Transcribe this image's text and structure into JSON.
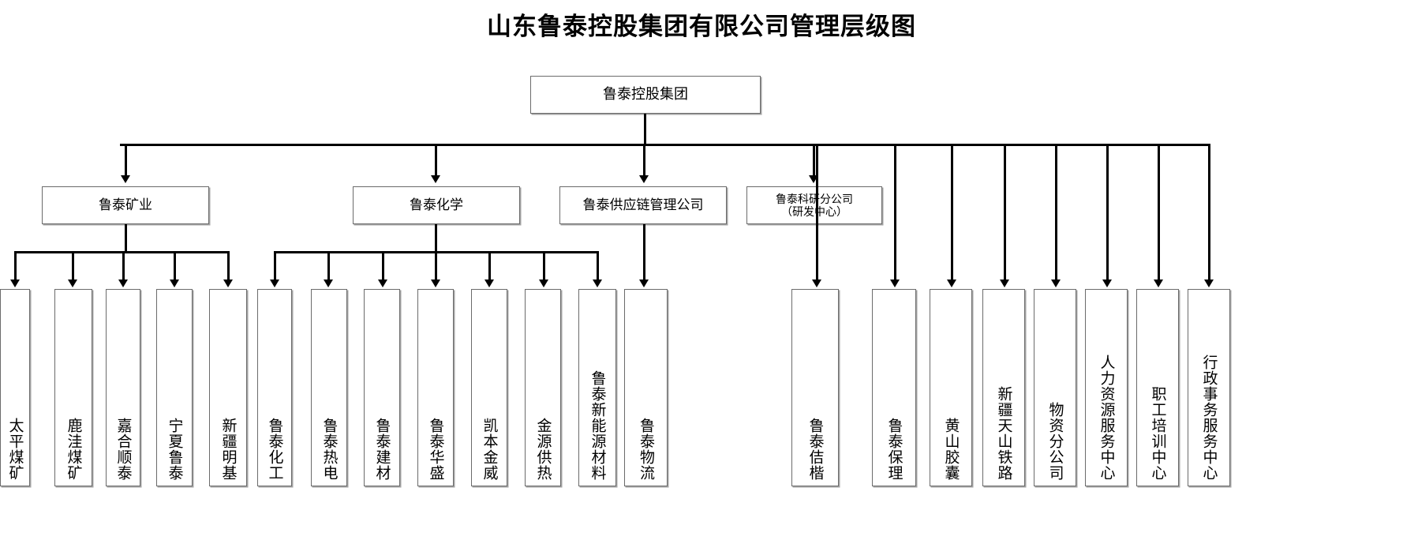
{
  "title": "山东鲁泰控股集团有限公司管理层级图",
  "root": {
    "label": "鲁泰控股集团"
  },
  "level2": [
    {
      "label": "鲁泰矿业"
    },
    {
      "label": "鲁泰化学"
    },
    {
      "label": "鲁泰供应链管理公司"
    },
    {
      "label_line1": "鲁泰科研分公司",
      "label_line2": "（研发中心）"
    }
  ],
  "leaves": [
    {
      "label": "太平煤矿"
    },
    {
      "label": "鹿洼煤矿"
    },
    {
      "label": "嘉合顺泰"
    },
    {
      "label": "宁夏鲁泰"
    },
    {
      "label": "新疆明基"
    },
    {
      "label": "鲁泰化工"
    },
    {
      "label": "鲁泰热电"
    },
    {
      "label": "鲁泰建材"
    },
    {
      "label": "鲁泰华盛"
    },
    {
      "label": "凯本金威"
    },
    {
      "label": "金源供热"
    },
    {
      "label": "鲁泰新能源材料"
    },
    {
      "label": "鲁泰物流"
    },
    {
      "label": "鲁泰佶楷"
    },
    {
      "label": "鲁泰保理"
    },
    {
      "label": "黄山胶囊"
    },
    {
      "label": "新疆天山铁路"
    },
    {
      "label": "物资分公司"
    },
    {
      "label": "人力资源服务中心"
    },
    {
      "label": "职工培训中心"
    },
    {
      "label": "行政事务服务中心"
    }
  ],
  "colors": {
    "background": "#ffffff",
    "box_border": "#6b6b6b",
    "connector": "#000000",
    "text": "#000000"
  }
}
